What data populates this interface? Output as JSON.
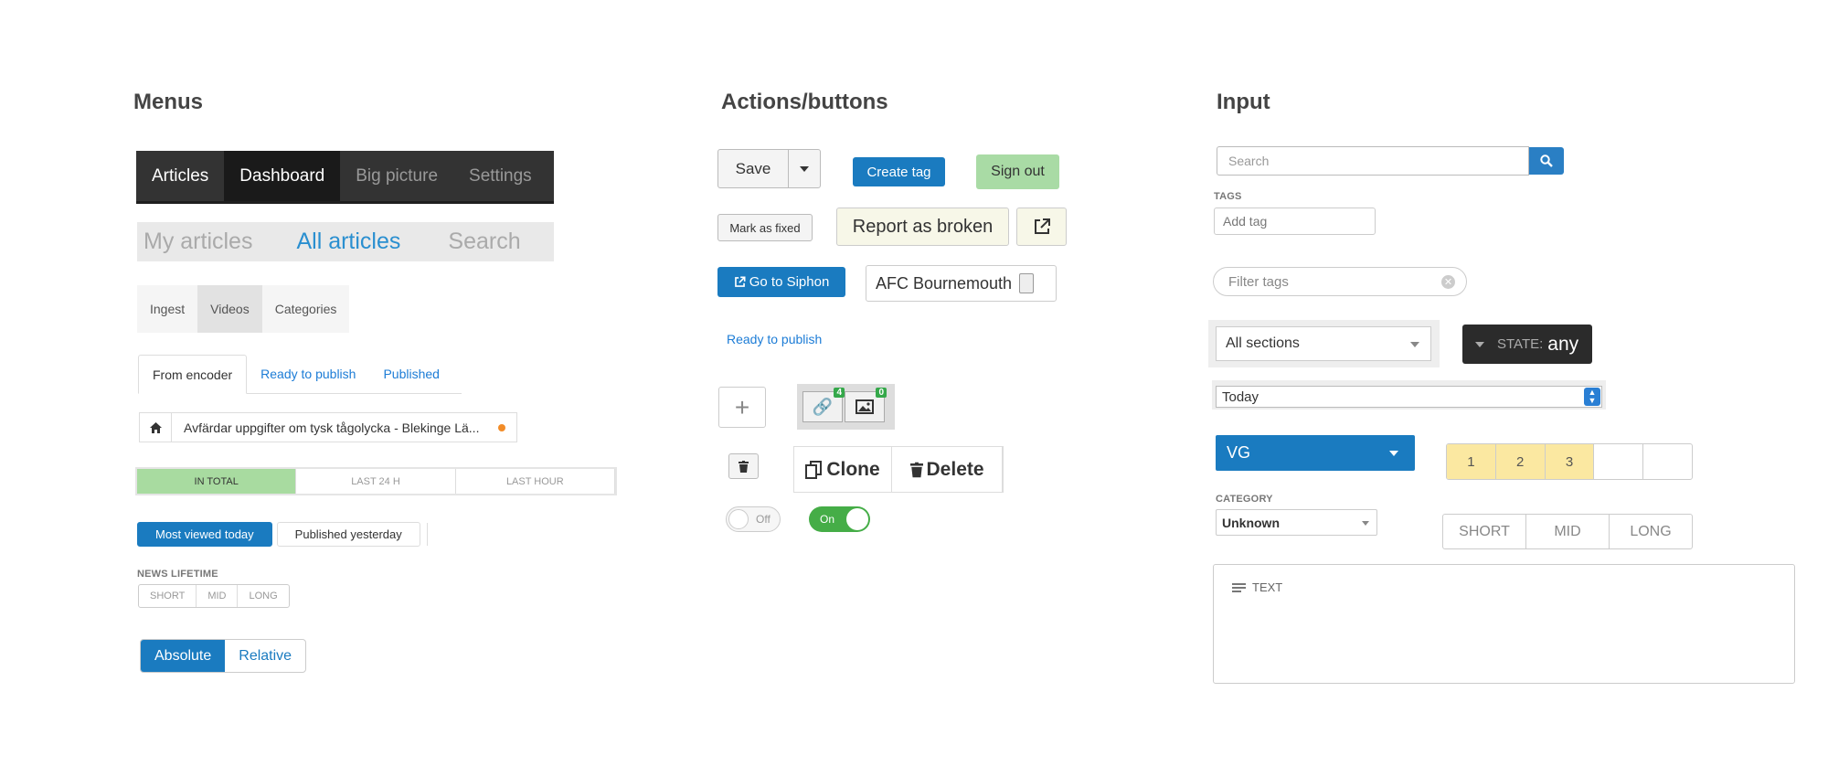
{
  "sections": {
    "menus": "Menus",
    "actions": "Actions/buttons",
    "input": "Input"
  },
  "menus": {
    "topnav": [
      "Articles",
      "Dashboard",
      "Big picture",
      "Settings"
    ],
    "bignav": [
      "My articles",
      "All articles",
      "Search"
    ],
    "pilltabs": [
      "Ingest",
      "Videos",
      "Categories"
    ],
    "linetabs": [
      "From encoder",
      "Ready to publish",
      "Published"
    ],
    "breadcrumb": "Avfärdar uppgifter om tysk tågolycka - Blekinge Lä...",
    "totals": [
      "IN TOTAL",
      "LAST 24 H",
      "LAST HOUR"
    ],
    "view_buttons": [
      "Most viewed today",
      "Published yesterday"
    ],
    "news_lifetime_label": "NEWS LIFETIME",
    "news_lifetime": [
      "SHORT",
      "MID",
      "LONG"
    ],
    "mode": [
      "Absolute",
      "Relative"
    ]
  },
  "actions": {
    "save": "Save",
    "create_tag": "Create tag",
    "sign_out": "Sign out",
    "mark_fixed": "Mark as fixed",
    "report_broken": "Report as broken",
    "go_siphon": "Go to Siphon",
    "afc": "AFC Bournemouth",
    "ready": "Ready to publish",
    "plus": "+",
    "badge_links": "4",
    "badge_images": "0",
    "clone": "Clone",
    "delete": "Delete",
    "toggle_off": "Off",
    "toggle_on": "On"
  },
  "input": {
    "search_placeholder": "Search",
    "tags_label": "TAGS",
    "add_tag_placeholder": "Add tag",
    "filter_placeholder": "Filter tags",
    "sections_value": "All sections",
    "state_label": "STATE:",
    "state_value": "any",
    "today_value": "Today",
    "vg_value": "VG",
    "numbers": [
      "1",
      "2",
      "3",
      "",
      ""
    ],
    "category_label": "CATEGORY",
    "category_value": "Unknown",
    "lengths": [
      "SHORT",
      "MID",
      "LONG"
    ],
    "text_label": "TEXT"
  },
  "colors": {
    "primary": "#1a7bc0",
    "success": "#45ad47",
    "highlight": "#fbe8a1",
    "green_light": "#a9dba5",
    "dark_nav": "#333333"
  }
}
